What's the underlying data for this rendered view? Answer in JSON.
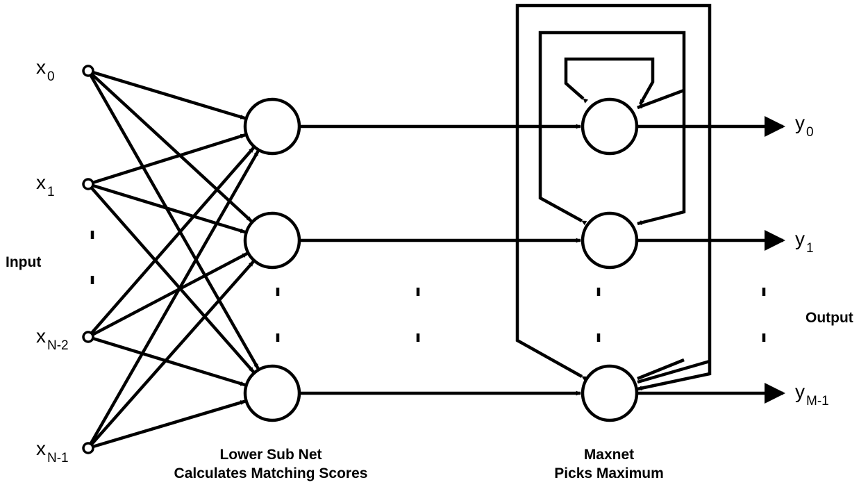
{
  "labels": {
    "input": "Input",
    "output": "Output",
    "lower_title": "Lower Sub Net",
    "lower_subtitle": "Calculates Matching Scores",
    "maxnet_title": "Maxnet",
    "maxnet_subtitle": "Picks Maximum"
  },
  "inputs": [
    {
      "base": "x",
      "sub": "0"
    },
    {
      "base": "x",
      "sub": "1"
    },
    {
      "base": "x",
      "sub": "N-2"
    },
    {
      "base": "x",
      "sub": "N-1"
    }
  ],
  "outputs": [
    {
      "base": "y",
      "sub": "0"
    },
    {
      "base": "y",
      "sub": "1"
    },
    {
      "base": "y",
      "sub": "M-1"
    }
  ],
  "colors": {
    "stroke": "#000000",
    "background": "#ffffff"
  }
}
